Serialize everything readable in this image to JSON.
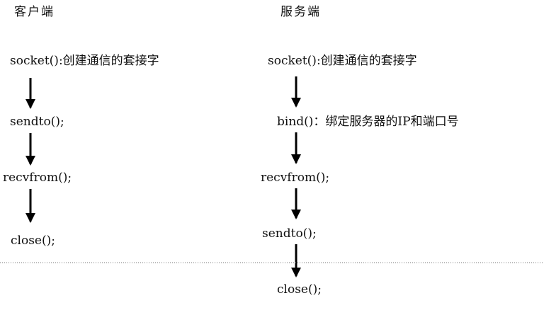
{
  "client": {
    "header": "客户端",
    "steps": [
      "socket():创建通信的套接字",
      "sendto();",
      "recvfrom();",
      "close();"
    ]
  },
  "server": {
    "header": "服务端",
    "steps": [
      "socket():创建通信的套接字",
      "bind()：绑定服务器的IP和端口号",
      "recvfrom();",
      "sendto();",
      "close();"
    ]
  },
  "colors": {
    "arrow": "#000000",
    "divider": "#777777",
    "text": "#111111"
  }
}
